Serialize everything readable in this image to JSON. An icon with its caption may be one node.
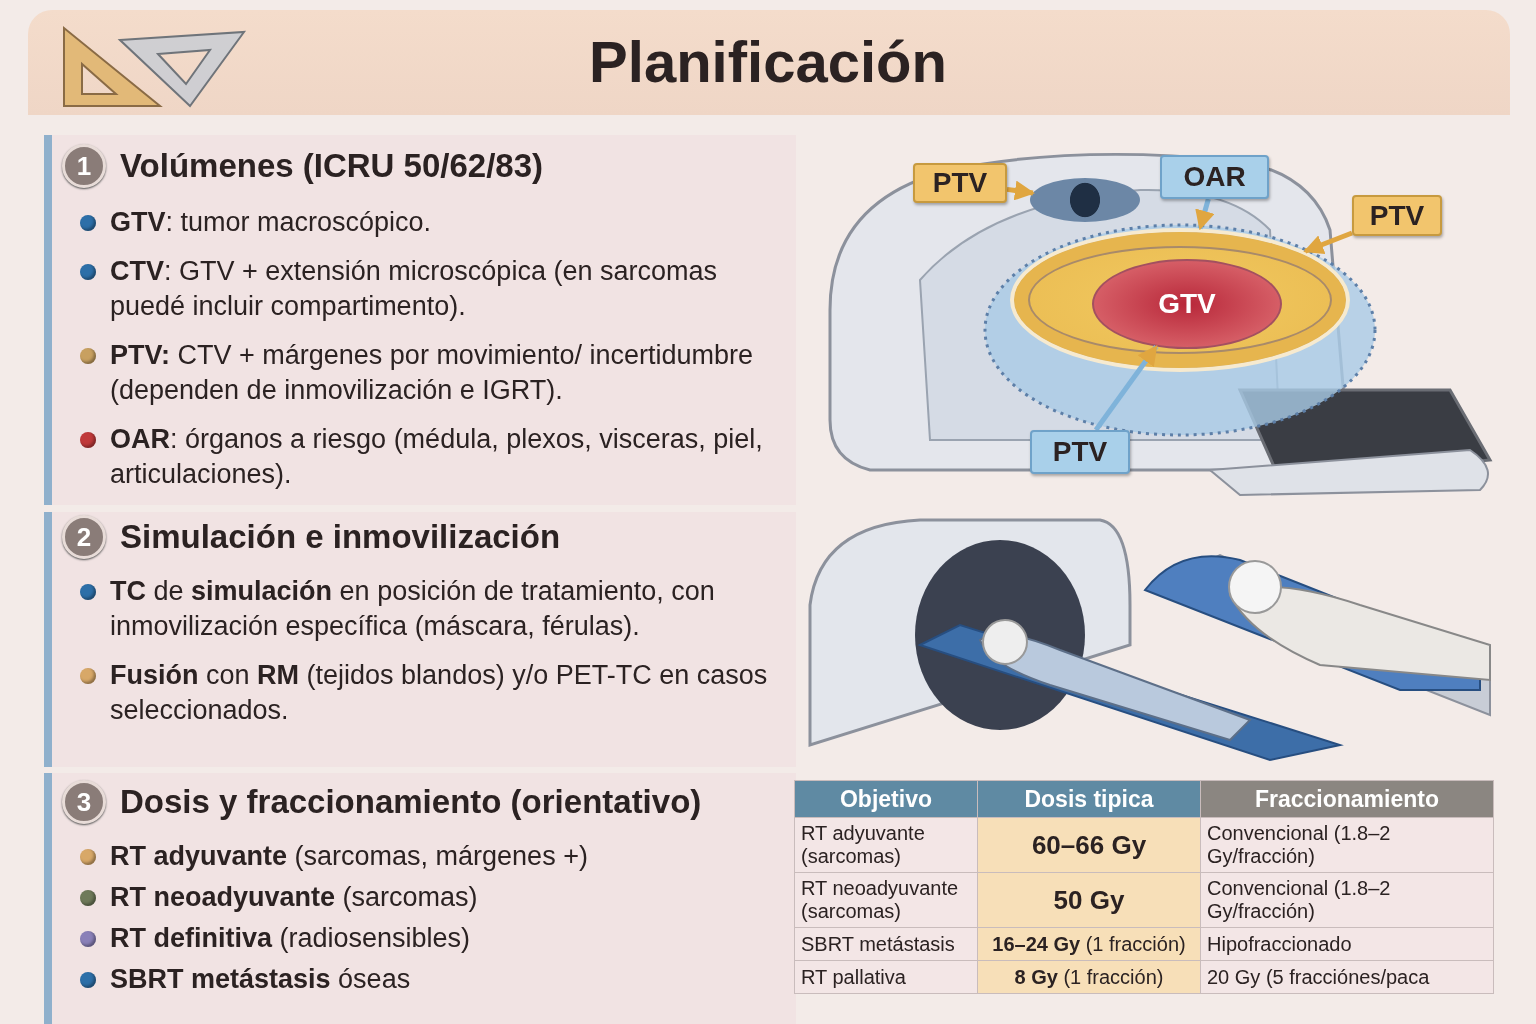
{
  "diagram": {
    "title": "Planificación",
    "nodes": [
      {
        "text": [
          "PTV"
        ]
      },
      {
        "text": [
          "OAR"
        ]
      },
      {
        "text": [
          "PTV"
        ]
      },
      {
        "text": [],
        "shape": "circle"
      },
      {
        "text": [
          "GTV"
        ],
        "in": 3
      },
      {
        "text": [
          "PTV"
        ]
      },
      {
        "text": [],
        "shape": "circle"
      }
    ],
    "edges": [
      {
        "from": 0,
        "to": 6,
        "arrow": "to"
      },
      {
        "from": 1,
        "to": 3,
        "arrow": "to",
        "color": "#7fb3da"
      },
      {
        "from": 2,
        "to": 3,
        "arrow": "to"
      },
      {
        "from": 5,
        "to": 4,
        "arrow": "to",
        "color": "#7fb3da"
      }
    ],
    "labels": [
      "1",
      "Volúmenes (ICRU 50/62/83)",
      "**GTV**: tumor macroscópico.",
      "**CTV**: GTV + extensión microscópica (en sarcomas puedé incluir compartimento).",
      "**PTV:** CTV + márgenes por movimiento/ incertidumbre (dependen de inmovilización e IGRT).",
      "**OAR**: órganos a riesgo (médula, plexos, visceras, piel, articulaciones).",
      "2",
      "Simulación e inmovilización",
      "**TC** de **simulación** en posición de tratamiento, con inmovilización específica (máscara, férulas).",
      "**Fusión** con **RM** (tejidos blandos) y/o PET-TC en casos seleccionados.",
      "3",
      "Dosis y fraccionamiento (orientativo)",
      "**RT adyuvante** (sarcomas, márgenes +)",
      "**RT neoadyuvante** (sarcomas)",
      "**RT definitiva** (radiosensibles)",
      "**SBRT metástasis** óseas",
      "Objetivo",
      "Dosis tipica",
      "Fraccionamiento",
      "RT adyuvante (sarcomas)",
      "60–66 Gy",
      "Convencional (1.8–2 Gy/fracción)",
      "RT neoadyuvante (sarcomas)",
      "50 Gy",
      "Convencional (1.8–2 Gy/fracción)",
      "SBRT metástasis",
      "**16–24 Gy** (1 fracción)",
      "Hipofraccionado",
      "RT pallativa",
      "**8 Gy** (1 fracción)",
      "20 Gy (5 fracciónes/paca"
    ]
  }
}
